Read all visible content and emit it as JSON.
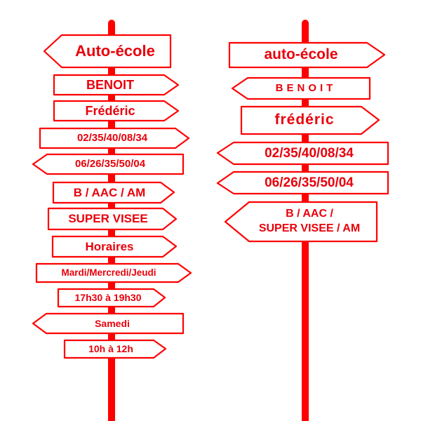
{
  "colors": {
    "sign_red": "#ff0000",
    "text_red": "#e8000b",
    "background": "#ffffff"
  },
  "left_post": {
    "signs": [
      {
        "label": "Auto-école",
        "direction": "left"
      },
      {
        "label": "BENOIT",
        "direction": "right"
      },
      {
        "label": "Frédéric",
        "direction": "right"
      },
      {
        "label": "02/35/40/08/34",
        "direction": "right"
      },
      {
        "label": "06/26/35/50/04",
        "direction": "left"
      },
      {
        "label": "B / AAC / AM",
        "direction": "right"
      },
      {
        "label": "SUPER VISEE",
        "direction": "right"
      },
      {
        "label": "Horaires",
        "direction": "right"
      },
      {
        "label": "Mardi/Mercredi/Jeudi",
        "direction": "right"
      },
      {
        "label": "17h30 à 19h30",
        "direction": "right"
      },
      {
        "label": "Samedi",
        "direction": "left"
      },
      {
        "label": "10h à 12h",
        "direction": "right"
      }
    ]
  },
  "right_post": {
    "signs": [
      {
        "label": "auto-école",
        "direction": "right"
      },
      {
        "label": "BENOIT",
        "direction": "left"
      },
      {
        "label": "frédéric",
        "direction": "right"
      },
      {
        "label": "02/35/40/08/34",
        "direction": "left"
      },
      {
        "label": "06/26/35/50/04",
        "direction": "left"
      },
      {
        "label_line1": "B / AAC /",
        "label_line2": "SUPER VISEE / AM",
        "direction": "left"
      }
    ]
  }
}
